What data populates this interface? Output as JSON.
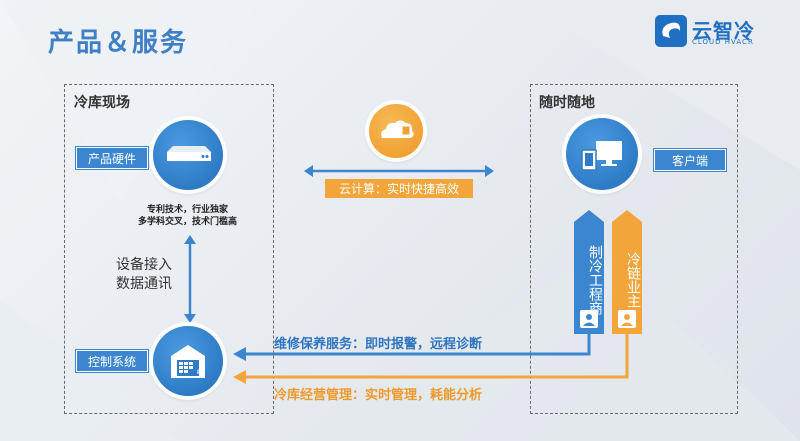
{
  "title": "产品＆服务",
  "logo": {
    "name": "云智冷",
    "sub": "CLOUD HVACR"
  },
  "left_section": {
    "title": "冷库现场",
    "hardware_label": "产品硬件",
    "hardware_desc_1": "专利技术，行业独家",
    "hardware_desc_2": "多学科交叉，技术门槛高",
    "link_label_1": "设备接入",
    "link_label_2": "数据通讯",
    "control_label": "控制系统"
  },
  "cloud": {
    "label": "云计算：实时快捷高效"
  },
  "right_section": {
    "title": "随时随地",
    "client_label": "客户端",
    "engineer_label": "制冷工程商",
    "owner_label": "冷链业主"
  },
  "arrows": {
    "maintenance": "维修保养服务：即时报警，远程诊断",
    "management": "冷库经营管理：实时管理，耗能分析"
  },
  "colors": {
    "blue": "#3b86cf",
    "orange": "#f2a53b",
    "title_blue": "#3f7fc6"
  }
}
